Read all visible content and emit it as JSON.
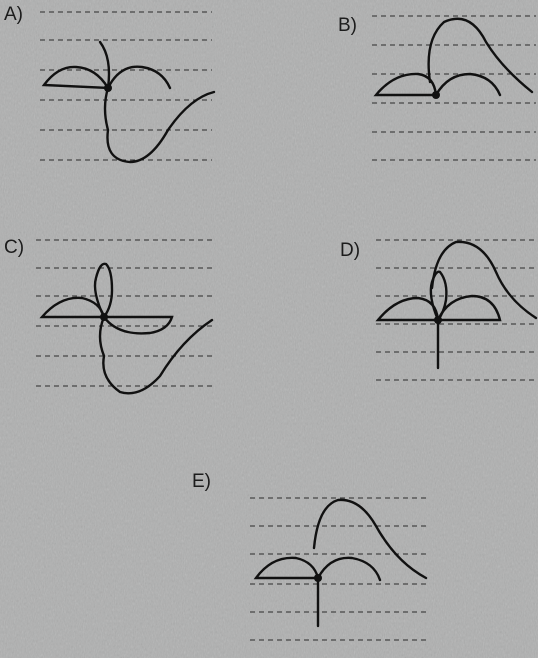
{
  "options": [
    {
      "letter": "A)"
    },
    {
      "letter": "B)"
    },
    {
      "letter": "C)"
    },
    {
      "letter": "D)"
    },
    {
      "letter": "E)"
    }
  ],
  "colors": {
    "paper": "#a9aaaa",
    "ink": "#111111",
    "guide": "#2b2b2b"
  }
}
